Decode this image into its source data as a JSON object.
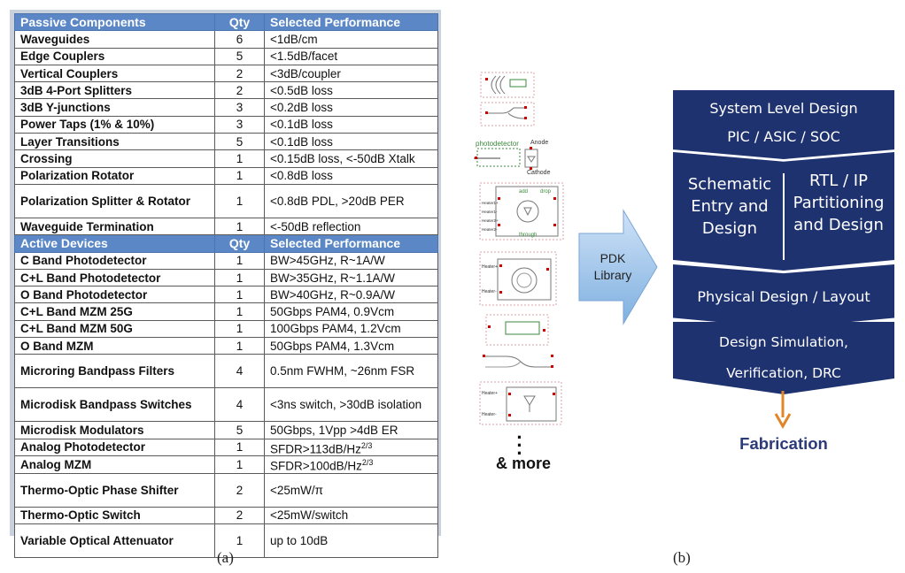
{
  "table": {
    "sections": [
      {
        "header": [
          "Passive Components",
          "Qty",
          "Selected Performance"
        ],
        "rows": [
          [
            "Waveguides",
            "6",
            "<1dB/cm"
          ],
          [
            "Edge Couplers",
            "5",
            "<1.5dB/facet"
          ],
          [
            "Vertical Couplers",
            "2",
            "<3dB/coupler"
          ],
          [
            "3dB 4-Port Splitters",
            "2",
            "<0.5dB loss"
          ],
          [
            "3dB Y-junctions",
            "3",
            "<0.2dB loss"
          ],
          [
            "Power Taps (1% & 10%)",
            "3",
            "<0.1dB loss"
          ],
          [
            "Layer Transitions",
            "5",
            "<0.1dB loss"
          ],
          [
            "Crossing",
            "1",
            "<0.15dB loss, <-50dB Xtalk"
          ],
          [
            "Polarization Rotator",
            "1",
            "<0.8dB loss"
          ],
          [
            "Polarization Splitter & Rotator",
            "1",
            "<0.8dB PDL, >20dB PER"
          ],
          [
            "Waveguide Termination",
            "1",
            "<-50dB reflection"
          ]
        ]
      },
      {
        "header": [
          "Active Devices",
          "Qty",
          "Selected Performance"
        ],
        "rows": [
          [
            "C Band Photodetector",
            "1",
            "BW>45GHz, R~1A/W"
          ],
          [
            "C+L Band Photodetector",
            "1",
            "BW>35GHz, R~1.1A/W"
          ],
          [
            "O Band Photodetector",
            "1",
            "BW>40GHz, R~0.9A/W"
          ],
          [
            "C+L Band MZM 25G",
            "1",
            "50Gbps PAM4, 0.9Vcm"
          ],
          [
            "C+L Band MZM 50G",
            "1",
            "100Gbps PAM4, 1.2Vcm"
          ],
          [
            "O Band MZM",
            "1",
            "50Gbps PAM4, 1.3Vcm"
          ],
          [
            "Microring Bandpass Filters",
            "4",
            "0.5nm FWHM, ~26nm FSR"
          ],
          [
            "Microdisk Bandpass Switches",
            "4",
            "<3ns switch, >30dB isolation"
          ],
          [
            "Microdisk Modulators",
            "5",
            "50Gbps, 1Vpp >4dB ER"
          ],
          [
            "Analog Photodetector",
            "1",
            "SFDR>113dB/Hz"
          ],
          [
            "Analog MZM",
            "1",
            "SFDR>100dB/Hz"
          ],
          [
            "Thermo-Optic Phase Shifter",
            "2",
            "<25mW/π"
          ],
          [
            "Thermo-Optic Switch",
            "2",
            "<25mW/switch"
          ],
          [
            "Variable Optical Attenuator",
            "1",
            "up to 10dB"
          ]
        ]
      }
    ],
    "sup": "2/3"
  },
  "captions": {
    "a": "(a)",
    "b": "(b)"
  },
  "pdk": {
    "label_line1": "PDK",
    "label_line2": "Library",
    "ellipsis": "⋮",
    "more": "& more",
    "symbol_texts": [
      "photodetector",
      "Anode",
      "Cathode",
      "add",
      "drop",
      "Heater1+",
      "Heater1-",
      "Heater2+",
      "Heater2-",
      "through",
      "Heater+",
      "Heater-"
    ]
  },
  "flow": {
    "box1": [
      "System Level Design",
      "PIC / ASIC / SOC"
    ],
    "box2_left": [
      "Schematic",
      "Entry and",
      "Design"
    ],
    "box2_right": [
      "RTL / IP",
      "Partitioning",
      "and Design"
    ],
    "box3": [
      "Physical Design / Layout"
    ],
    "box4": [
      "Design Simulation,",
      "Verification, DRC"
    ],
    "fabrication": "Fabrication"
  },
  "colors": {
    "table_header": "#5b87c7",
    "flow_box": "#1f3270",
    "arrow_orange": "#e2842a",
    "fabrication_text": "#2b3a78",
    "pdk_arrow": "#9ec3ea"
  }
}
